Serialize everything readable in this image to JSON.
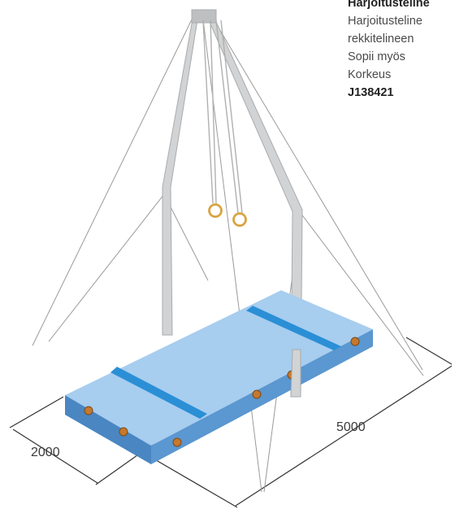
{
  "product_text": {
    "heading": "Harjoitusteline",
    "line1": "Harjoitusteline",
    "line2": "rekkitelineen",
    "line3": "Sopii myös",
    "line4": "Korkeus",
    "code": "J138421"
  },
  "dimensions": {
    "width_label": "2000",
    "length_label": "5000"
  },
  "colors": {
    "frame": "#c9cbcc",
    "mat_top": "#a7cdef",
    "mat_side": "#4f8fca",
    "stripe": "#2b8fd6",
    "ring": "#d9a441",
    "handle": "#c6782c"
  }
}
